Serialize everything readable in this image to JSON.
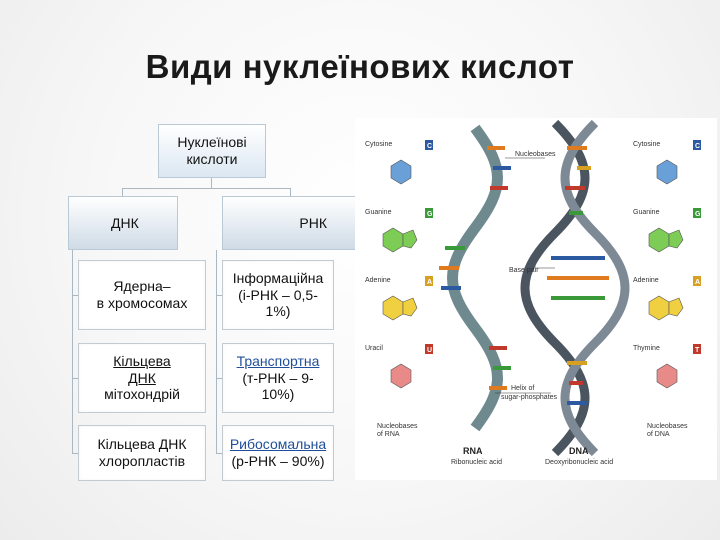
{
  "title": "Види нуклеїнових кислот",
  "tree": {
    "root": [
      "Нуклеїнові",
      "кислоти"
    ],
    "dna": "ДНК",
    "rna": "РНК",
    "dna_items": [
      [
        "Ядерна–",
        "в хромосомах"
      ],
      [
        "Кільцева",
        "ДНК",
        "мітохондрій"
      ],
      [
        "Кільцева ДНК",
        "хлоропластів"
      ]
    ],
    "rna_items": [
      [
        "Інформаційна",
        "(і-РНК – 0,5-",
        "1%)"
      ],
      [
        "Транспортна",
        "(т-РНК – 9-",
        "10%)"
      ],
      [
        "Рибосомальна",
        "(р-РНК – 90%)"
      ]
    ]
  },
  "illustration": {
    "left_bases": [
      {
        "name": "Cytosine",
        "letter": "C",
        "color": "#2c5aa0"
      },
      {
        "name": "Guanine",
        "letter": "G",
        "color": "#3a9a3a"
      },
      {
        "name": "Adenine",
        "letter": "A",
        "color": "#d8a020"
      },
      {
        "name": "Uracil",
        "letter": "U",
        "color": "#c0392b"
      }
    ],
    "right_bases": [
      {
        "name": "Cytosine",
        "letter": "C",
        "color": "#2c5aa0"
      },
      {
        "name": "Guanine",
        "letter": "G",
        "color": "#3a9a3a"
      },
      {
        "name": "Adenine",
        "letter": "A",
        "color": "#d8a020"
      },
      {
        "name": "Thymine",
        "letter": "T",
        "color": "#c0392b"
      }
    ],
    "nucleobases_label": "Nucleobases",
    "base_pair_label": "Base pair",
    "backbone_label": [
      "Helix of",
      "sugar-phosphates"
    ],
    "left_caption": [
      "Nucleobases",
      "of RNA"
    ],
    "right_caption": [
      "Nucleobases",
      "of DNA"
    ],
    "rna_title": "RNA",
    "rna_subtitle": "Ribonucleic acid",
    "dna_title": "DNA",
    "dna_subtitle": "Deoxyribonucleic acid"
  }
}
